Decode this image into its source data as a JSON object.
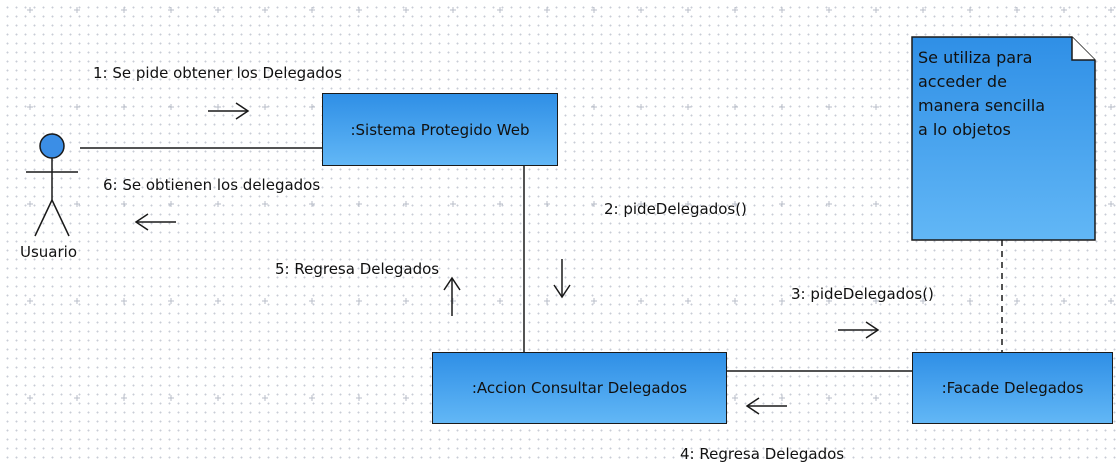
{
  "actor": {
    "name": "Usuario"
  },
  "objects": {
    "sistema": ":Sistema Protegido Web",
    "accion": ":Accion Consultar Delegados",
    "facade": ":Facade Delegados"
  },
  "messages": {
    "m1": "1: Se pide obtener los  Delegados",
    "m2": "2: pideDelegados()",
    "m3": "3: pideDelegados()",
    "m4": "4: Regresa Delegados",
    "m5": "5: Regresa Delegados",
    "m6": "6: Se obtienen los delegados"
  },
  "note": {
    "text": "Se utiliza para\nacceder de\nmanera sencilla\na lo objetos"
  },
  "colors": {
    "object_fill_top": "#2f8fe6",
    "object_fill_bottom": "#62b7f6",
    "actor_head": "#3b8ee6",
    "line": "#1a1a1a"
  }
}
